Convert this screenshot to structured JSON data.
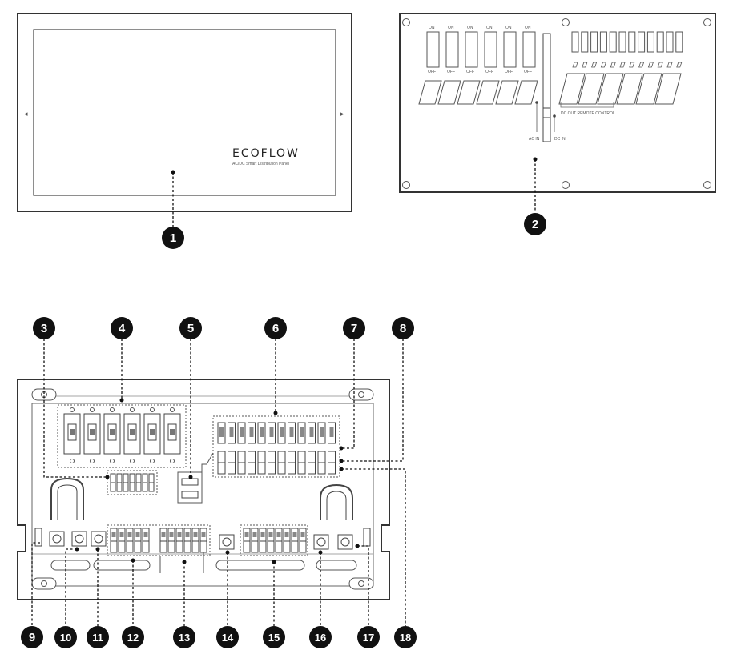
{
  "front_panel": {
    "brand": "ECOFLOW",
    "subtitle": "AC/DC Smart Distribution Panel",
    "arrow_left": "◂",
    "arrow_right": "▸"
  },
  "inner_panel": {
    "on_label": "ON",
    "off_label": "OFF",
    "ac_in_label": "AC IN",
    "dc_in_label": "DC IN",
    "dc_remote_label": "DC OUT REMOTE CONTROL"
  },
  "callouts": [
    "1",
    "2",
    "3",
    "4",
    "5",
    "6",
    "7",
    "8",
    "9",
    "10",
    "11",
    "12",
    "13",
    "14",
    "15",
    "16",
    "17",
    "18"
  ]
}
